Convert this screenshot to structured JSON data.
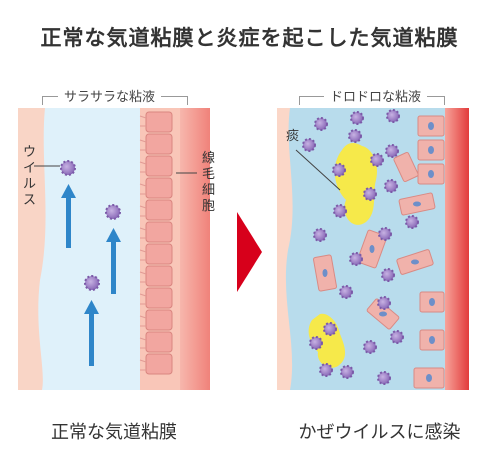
{
  "title": "正常な気道粘膜と炎症を起こした気道粘膜",
  "left_panel": {
    "header": "サラサラな粘液",
    "virus_label": "ウイルス",
    "cilia_label": "線毛細胞",
    "caption": "正常な気道粘膜"
  },
  "right_panel": {
    "header": "ドロドロな粘液",
    "phlegm_label": "痰",
    "caption": "かぜウイルスに感染"
  },
  "colors": {
    "mucus_normal": "#dff1fa",
    "mucus_sticky": "#b8dcec",
    "tissue": "#f9d5c6",
    "cell": "#f2a6a0",
    "phlegm": "#f6e94a",
    "virus": "#9a7cc3",
    "arrow_up": "#2e86c9",
    "arrow_transition": "#d7001b"
  }
}
